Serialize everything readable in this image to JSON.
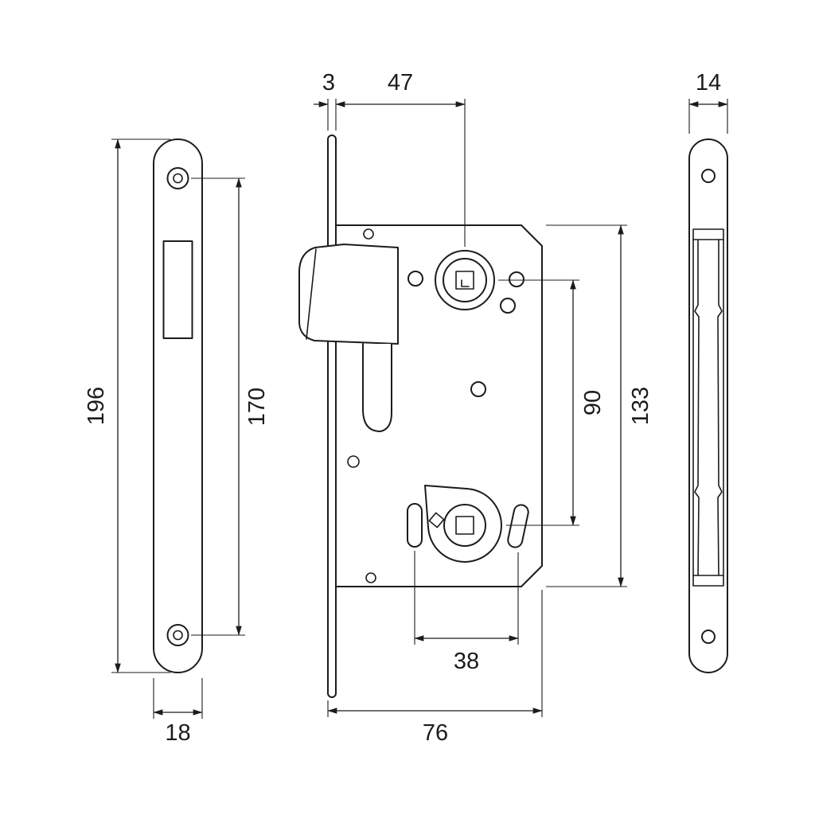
{
  "dimensions": {
    "front_view": {
      "overall_length": "196",
      "screw_hole_spacing": "170",
      "plate_width": "18"
    },
    "body_view": {
      "faceplate_thickness": "3",
      "backset": "47",
      "follower_spacing": "90",
      "case_length": "133",
      "slot_spacing": "38",
      "case_depth": "76"
    },
    "side_view": {
      "plate_width": "14"
    }
  },
  "colors": {
    "line": "#1c1c1c",
    "background": "#ffffff"
  }
}
